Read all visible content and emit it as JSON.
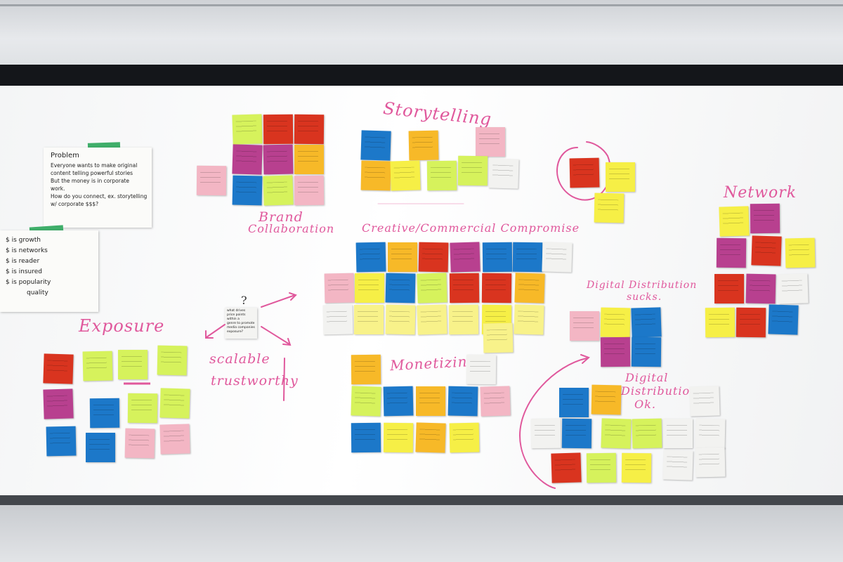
{
  "scene": "whiteboard-with-sticky-notes",
  "colors": {
    "yellow": "#f6ef46",
    "lime": "#d6f25c",
    "orange": "#f7b928",
    "red": "#d9341f",
    "pink": "#f3b6c4",
    "magenta": "#b8408f",
    "blue": "#1c78c9",
    "white": "#f2f2f0",
    "pale_yellow": "#f8f28a",
    "ink_pink": "#e0589c"
  },
  "headings": {
    "storytelling": "Storytelling",
    "brand": "Brand",
    "collaboration": "Collaboration",
    "creative": "Creative/Commercial Compromise",
    "network": "Network",
    "digital_sucks_1": "Digital Distribution",
    "digital_sucks_2": "sucks.",
    "exposure": "Exposure",
    "scalable": "scalable",
    "trustworthy": "trustworthy",
    "monetizing": "Monetizing",
    "digital_ok_1": "Digital",
    "digital_ok_2": "Distribution's",
    "digital_ok_3": "Ok."
  },
  "papers": {
    "problem_title": "Problem",
    "problem_body": "Everyone wants to make original\ncontent telling powerful stories\nBut the money is in corporate\nwork.\nHow do you connect, ex. storytelling\nw/ corporate $$$?",
    "list_lines": [
      "$ is growth",
      "$ is networks",
      "$ is reader",
      "$ is insured",
      "$ is popularity",
      "quality"
    ]
  },
  "questions": {
    "q_mark": "?",
    "q_text": "what drives\nprice points\nwithin a\ngenre to promote\nmedia companies\nexposure?"
  }
}
